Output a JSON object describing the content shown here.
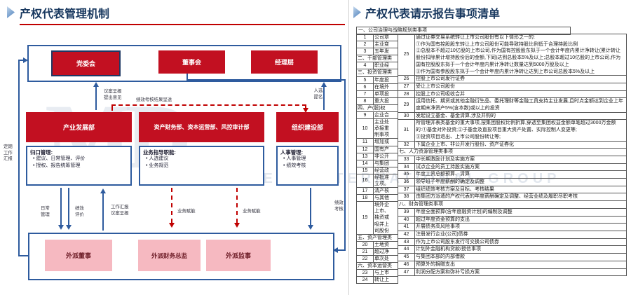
{
  "left_panel": {
    "title": "产权代表管理机制",
    "top_boxes": [
      "党委会",
      "董事会",
      "经理层"
    ],
    "mid_boxes": [
      "产业发展部",
      "资产财务部、资本运营部、风控审计部",
      "组织建设部"
    ],
    "sub_boxes": [
      {
        "title": "归口管理:",
        "bullets": [
          "建议、日常管理、评价",
          "授权、报告统筹管理"
        ]
      },
      {
        "title": "业务指导职能:",
        "bullets": [
          "人选建议",
          "业务规范"
        ]
      },
      {
        "title": "人事管理:",
        "bullets": [
          "人事管理",
          "绩效考核"
        ]
      }
    ],
    "bottom_boxes": [
      "外派董事",
      "外派财务总监",
      "外派监事"
    ],
    "labels": {
      "periodic_report": "定期\n工作\n汇报",
      "proposal": "议案呈报\n提出意见",
      "perf_result": "绩效考核结果呈送",
      "nomination": "人选\n提名",
      "daily": "日常\n管理",
      "perf_eval": "绩效\n评价",
      "work_report": "工作汇报\n议案呈报",
      "biz_enable_1": "业务赋能",
      "biz_enable_2": "业务赋能",
      "perf_assess": "绩效\n考核"
    }
  },
  "right_panel": {
    "title": "产权代表请示报告事项清单",
    "table": {
      "top_section": "一、公司治理与战略规划类事项",
      "left_rows": [
        {
          "type": "item",
          "no": "1",
          "text": "公司章"
        },
        {
          "type": "item",
          "no": "2",
          "text": "主业变"
        },
        {
          "type": "item",
          "no": "3",
          "text": "五年发"
        },
        {
          "type": "section",
          "text": "二、干部管理类"
        },
        {
          "type": "item",
          "no": "4",
          "text": "职业经"
        },
        {
          "type": "section",
          "text": "三、投资管理类"
        },
        {
          "type": "item",
          "no": "5",
          "text": "年度投"
        },
        {
          "type": "item",
          "no": "6",
          "text": "在境外"
        },
        {
          "type": "item",
          "no": "7",
          "text": "单项投"
        },
        {
          "type": "item",
          "no": "8",
          "text": "重大投"
        },
        {
          "type": "section",
          "text": "四、产(股)权"
        },
        {
          "type": "item",
          "no": "9",
          "text": "企业合"
        },
        {
          "type": "item",
          "no": "10",
          "text": "主业处\n承接重\n制事项"
        },
        {
          "type": "item",
          "no": "11",
          "text": "增加或"
        },
        {
          "type": "item",
          "no": "12",
          "text": "国有产"
        },
        {
          "type": "item",
          "no": "13",
          "text": "非公开"
        },
        {
          "type": "item",
          "no": "14",
          "text": "与集团"
        },
        {
          "type": "item",
          "no": "15",
          "text": "经营政"
        },
        {
          "type": "item",
          "no": "16",
          "text": "经批准\n立项。"
        },
        {
          "type": "item",
          "no": "17",
          "text": "清产核"
        },
        {
          "type": "item",
          "no": "18",
          "text": "与其他"
        },
        {
          "type": "item",
          "no": "19",
          "text": "境外企\n上市、\n独资或\n吸并上\n司股份"
        },
        {
          "type": "section",
          "text": "五、资产管理类"
        },
        {
          "type": "item",
          "no": "20",
          "text": "土地资"
        },
        {
          "type": "item",
          "no": "21",
          "text": "超过净"
        },
        {
          "type": "item",
          "no": "22",
          "text": "单次处"
        },
        {
          "type": "section",
          "text": "六、资本运营类"
        },
        {
          "type": "item",
          "no": "23",
          "text": "与上市"
        },
        {
          "type": "item",
          "no": "24",
          "text": "转让上"
        }
      ],
      "right_rows": [
        {
          "type": "item",
          "no": "25",
          "text": "通过证券交易系统转让上市公司股份有以下情形之一的:\n①作为国有控股股东转让上市公司股份可能导致持股比例低于合理持股比例\n②总股本不超过10亿股的上市公司,作为国有控股股东拟于一个会计年度内累计净转让(累计转让股份扣除累计增持股份后的金额,下同)达到总股本5%及以上;总股本超过10亿股的上市公司,作为国有控股股东拟于一个会计年度内累计净转让数量达到5000万股及以上\n③作为国有参股股东拟于一个会计年度内累计净转让达到上市公司总股本5%及以上"
        },
        {
          "type": "item",
          "no": "26",
          "text": "控股上市公司发行证券"
        },
        {
          "type": "item",
          "no": "27",
          "text": "受让上市公司股份"
        },
        {
          "type": "item",
          "no": "28",
          "text": "控股上市公司吸收合并"
        },
        {
          "type": "item",
          "no": "29",
          "text": "运用信托、期货或其他金融衍生品、委托理财等金融工具支持主业发展,且时点金额达到企业上年度期末净资产5%(含本数)或以上的投资"
        },
        {
          "type": "item",
          "no": "30",
          "text": "发起设立基金、基金清算,涉及并购的"
        },
        {
          "type": "item",
          "no": "31",
          "text": "所管理并表类基金的重大事项,按集团股权比例折算,穿透至集团权益金额单笔超过3000万金额的:①基金对外投资;②子基金及直投项目重大资产处置、实际控制人变更等;\n③投资项目退出、上市公司股份转让等;"
        },
        {
          "type": "item",
          "no": "32",
          "text": "下属企业上市、非公开发行股份、资产证券化"
        },
        {
          "type": "section",
          "text": "七、人力资源管理类事项"
        },
        {
          "type": "item",
          "no": "33",
          "text": "中长期激励计划及实施方案"
        },
        {
          "type": "item",
          "no": "34",
          "text": "试点企业的员工持股实施方案"
        },
        {
          "type": "item",
          "no": "35",
          "text": "年度工资总额预算、清算"
        },
        {
          "type": "item",
          "no": "36",
          "text": "领导班子年度薪酬的确定及调整"
        },
        {
          "type": "item",
          "no": "37",
          "text": "组织绩效考核方案及目标、考核结果"
        },
        {
          "type": "item",
          "no": "38",
          "text": "由集团方派遣的产权代表的年度薪酬确定及调整、经营业绩及履职尽职考核"
        },
        {
          "type": "section",
          "text": "八、财务管理类事项"
        },
        {
          "type": "item",
          "no": "39",
          "text": "年度全面预算(含年度融资计划)的编制及调整"
        },
        {
          "type": "item",
          "no": "40",
          "text": "超过年度资金预算的支出"
        },
        {
          "type": "item",
          "no": "41",
          "text": "开展债务高风险事项"
        },
        {
          "type": "item",
          "no": "42",
          "text": "注册发行企业(公司)债券"
        },
        {
          "type": "item",
          "no": "43",
          "text": "作为上市公司股东发行可交换公司债券"
        },
        {
          "type": "item",
          "no": "44",
          "text": "计划外金融机构贷款/授信事项"
        },
        {
          "type": "item",
          "no": "45",
          "text": "与集团本部的内部借款"
        },
        {
          "type": "item",
          "no": "46",
          "text": "预算外的捐赠支出"
        },
        {
          "type": "item",
          "no": "47",
          "text": "利润分配方案和弥补亏损方案"
        }
      ]
    }
  },
  "watermark": {
    "logo": "MD",
    "text": "MANAGEMENT INTERNATIONAL GROUP"
  },
  "colors": {
    "accent_red": "#C00000",
    "box_red": "#C21021",
    "line_blue": "#2E5B9E",
    "pink": "#F6B9C1",
    "title_navy": "#17375E"
  }
}
